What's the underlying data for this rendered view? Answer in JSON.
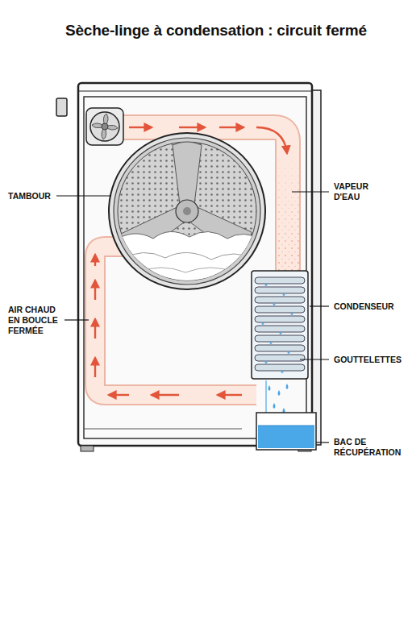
{
  "diagram": {
    "title": "Sèche-linge à condensation : circuit fermé",
    "labels": [
      "TAMBOUR",
      "VAPEUR D'EAU",
      "AIR CHAUD EN BOUCLE FERMÉE",
      "CONDENSEUR",
      "GOUTTELETTES",
      "BAC DE RÉCUPÉRATION"
    ]
  }
}
